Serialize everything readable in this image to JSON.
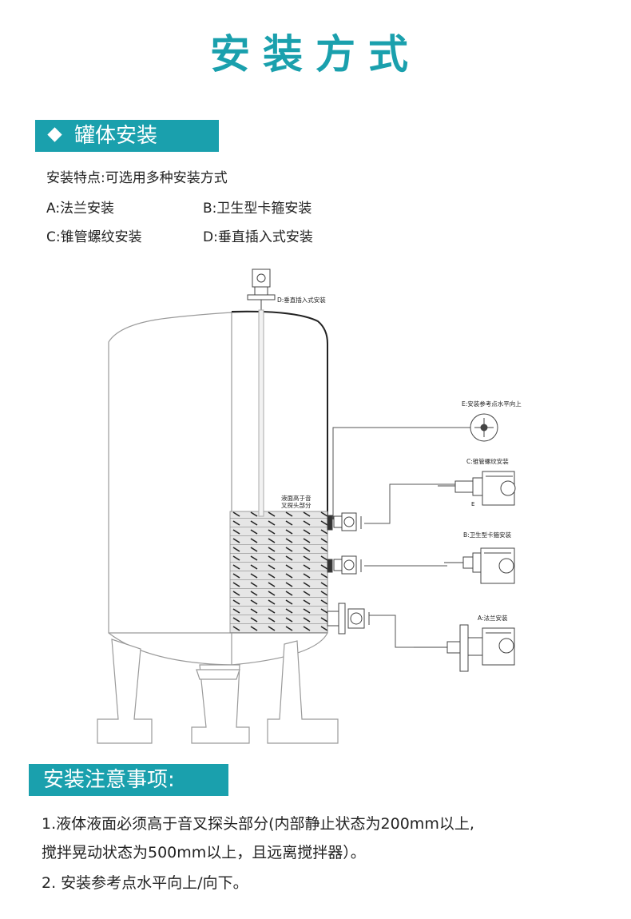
{
  "title": "安装方式",
  "section1": {
    "heading": "罐体安装",
    "features": "安装特点:可选用多种安装方式",
    "options": [
      "A:法兰安装",
      "B:卫生型卡箍安装",
      "C:锥管螺纹安装",
      "D:垂直插入式安装"
    ]
  },
  "diagram": {
    "label_d": "D:垂直插入式安装",
    "label_e": "E:安装参考点水平向上",
    "label_c": "C:锥管螺纹安装",
    "label_b": "B:卫生型卡箍安装",
    "label_a": "A:法兰安装",
    "liquid_note_line1": "液面高于音",
    "liquid_note_line2": "叉探头部分",
    "mark_e": "E"
  },
  "section2": {
    "heading": "安装注意事项:",
    "notes": [
      "1.液体液面必须高于音叉探头部分(内部静止状态为200mm以上,",
      "搅拌晃动状态为500mm以上，且远离搅拌器）。",
      "2. 安装参考点水平向上/向下。"
    ]
  }
}
